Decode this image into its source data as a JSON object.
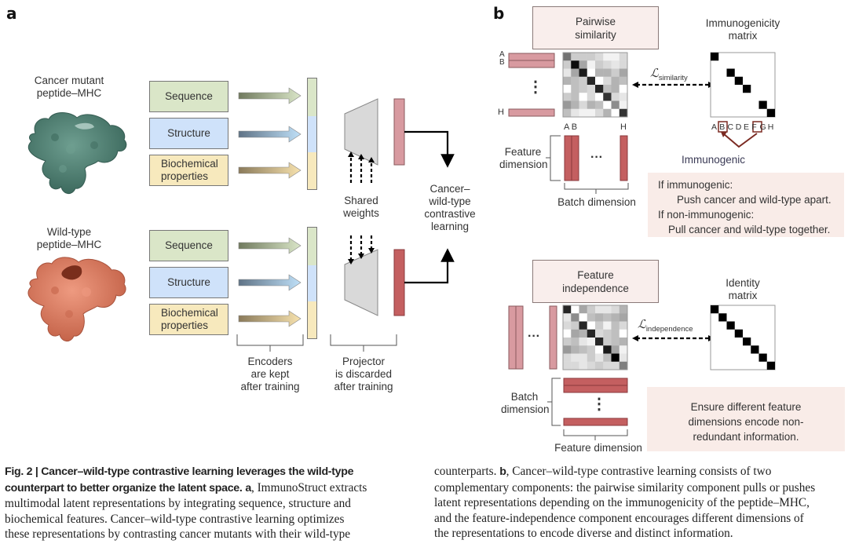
{
  "panel_a": {
    "letter": "a",
    "cancer_label": [
      "Cancer mutant",
      "peptide–MHC"
    ],
    "wildtype_label": [
      "Wild-type",
      "peptide–MHC"
    ],
    "encoders": {
      "sequence": "Sequence",
      "structure": "Structure",
      "biochemical": [
        "Biochemical",
        "properties"
      ]
    },
    "shared_weights": [
      "Shared",
      "weights"
    ],
    "contrastive": [
      "Cancer–",
      "wild-type",
      "contrastive",
      "learning"
    ],
    "encoders_note": [
      "Encoders",
      "are kept",
      "after training"
    ],
    "projector_note": [
      "Projector",
      "is discarded",
      "after training"
    ],
    "colors": {
      "sequence": "#dae6c8",
      "structure": "#cfe2fa",
      "biochemical": "#f7e9bd",
      "cancer_protein": "#4f7f72",
      "wildtype_protein": "#dc7e63",
      "cancer_embedding": "#d89aa0",
      "wildtype_embedding": "#c45f60",
      "projector": "#d9d9d9"
    }
  },
  "panel_b": {
    "letter": "b",
    "pairwise": {
      "title": [
        "Pairwise",
        "similarity"
      ],
      "row_labels_top": [
        "A",
        "B"
      ],
      "row_label_bottom": "H",
      "col_labels_left": "A B",
      "col_label_right": "H",
      "feature_dimension": [
        "Feature",
        "dimension"
      ],
      "batch_dimension": "Batch dimension",
      "loss_symbol": "ℒ",
      "loss_subscript": "similarity",
      "ellipsis_vertical": "⋮",
      "ellipsis_horizontal": "···",
      "similarity_matrix": [
        [
          0.45,
          0.8,
          0.8,
          0.8,
          0.85,
          0.95,
          0.95,
          0.85
        ],
        [
          0.8,
          0.05,
          0.65,
          0.95,
          0.8,
          0.85,
          0.9,
          0.85
        ],
        [
          0.9,
          0.65,
          0.1,
          1.0,
          0.7,
          0.7,
          0.8,
          0.65
        ],
        [
          0.7,
          0.75,
          0.8,
          0.15,
          1.0,
          0.85,
          0.7,
          0.75
        ],
        [
          1.0,
          0.75,
          0.8,
          0.85,
          0.15,
          0.75,
          0.7,
          1.0
        ],
        [
          0.8,
          0.75,
          1.0,
          0.85,
          1.0,
          0.2,
          0.85,
          0.9
        ],
        [
          0.6,
          0.7,
          0.85,
          0.7,
          0.75,
          1.0,
          0.55,
          0.95
        ],
        [
          0.75,
          0.9,
          0.95,
          0.95,
          0.85,
          0.7,
          1.0,
          0.2
        ]
      ],
      "immunogenicity_title": [
        "Immunogenicity",
        "matrix"
      ],
      "immunogenicity_diagonal": [
        1,
        0,
        1,
        1,
        1,
        0,
        1,
        1
      ],
      "matrix_axis_labels": [
        "A",
        "B",
        "C",
        "D",
        "E",
        "F",
        "G",
        "H"
      ],
      "highlighted_labels": [
        "B",
        "F"
      ],
      "immunogenic_label": "Immunogenic",
      "rule_lines": [
        "If immunogenic:",
        "Push cancer and wild-type apart.",
        "If non-immunogenic:",
        "Pull cancer and wild-type together."
      ]
    },
    "independence": {
      "title": [
        "Feature",
        "independence"
      ],
      "batch_dimension": [
        "Batch",
        "dimension"
      ],
      "feature_dimension": "Feature dimension",
      "loss_symbol": "ℒ",
      "loss_subscript": "independence",
      "ellipsis_vertical": "⋮",
      "ellipsis_horizontal": "···",
      "correlation_matrix": [
        [
          0.15,
          1.0,
          0.65,
          0.8,
          0.9,
          0.9,
          0.85,
          0.7
        ],
        [
          0.9,
          0.55,
          1.0,
          0.75,
          0.7,
          0.75,
          0.7,
          0.65
        ],
        [
          0.85,
          0.8,
          0.15,
          1.0,
          0.8,
          0.95,
          0.75,
          0.85
        ],
        [
          1.0,
          0.65,
          0.7,
          0.15,
          0.85,
          0.8,
          0.75,
          1.0
        ],
        [
          0.8,
          0.75,
          0.9,
          0.95,
          0.15,
          0.8,
          0.75,
          0.7
        ],
        [
          0.6,
          0.7,
          0.75,
          0.8,
          1.0,
          0.1,
          0.65,
          0.95
        ],
        [
          0.85,
          0.9,
          0.9,
          0.8,
          0.9,
          0.75,
          0.0,
          0.9
        ],
        [
          0.85,
          0.85,
          0.9,
          0.85,
          0.8,
          0.85,
          0.85,
          0.5
        ]
      ],
      "identity_title": [
        "Identity",
        "matrix"
      ],
      "note": [
        "Ensure different feature",
        "dimensions encode non-",
        "redundant information."
      ]
    },
    "colors": {
      "title_box": "#f9eeec",
      "note_box": "#f9ece8",
      "cancer_bar": "#d89aa0",
      "wildtype_bar": "#c45f60",
      "highlight": "#7b2a22"
    }
  },
  "caption": {
    "figure_label": "Fig. 2 | ",
    "bold_title": "Cancer–wild-type contrastive learning leverages the wild-type counterpart to better organize the latent space.",
    "a_label": "a",
    "a_text": ", ImmunoStruct extracts multimodal latent representations by integrating sequence, structure and biochemical features. Cancer–wild-type contrastive learning optimizes these representations by contrasting cancer mutants with their wild-type counterparts.",
    "b_label": "b",
    "b_text": ", Cancer–wild-type contrastive learning consists of two complementary components: the pairwise similarity component pulls or pushes latent representations depending on the immunogenicity of the peptide–MHC, and the feature-independence component encourages different dimensions of the representations to encode diverse and distinct information.",
    "left_lines": [
      "counterpart to better organize the latent space.",
      "multimodal latent representations by integrating sequence, structure and",
      "biochemical features. Cancer–wild-type contrastive learning optimizes",
      "these representations by contrasting cancer mutants with their wild-type"
    ],
    "right_lines": [
      "counterparts.",
      ", Cancer–wild-type contrastive learning consists of two",
      "complementary components: the pairwise similarity component pulls or pushes",
      "latent representations depending on the immunogenicity of the peptide–MHC,",
      "and the feature-independence component encourages different dimensions of",
      "the representations to encode diverse and distinct information."
    ],
    "line1_title": "Cancer–wild-type contrastive learning leverages the wild-type",
    "line2_title": "counterpart to better organize the latent space.",
    "line2_rest": ", ImmunoStruct extracts"
  }
}
